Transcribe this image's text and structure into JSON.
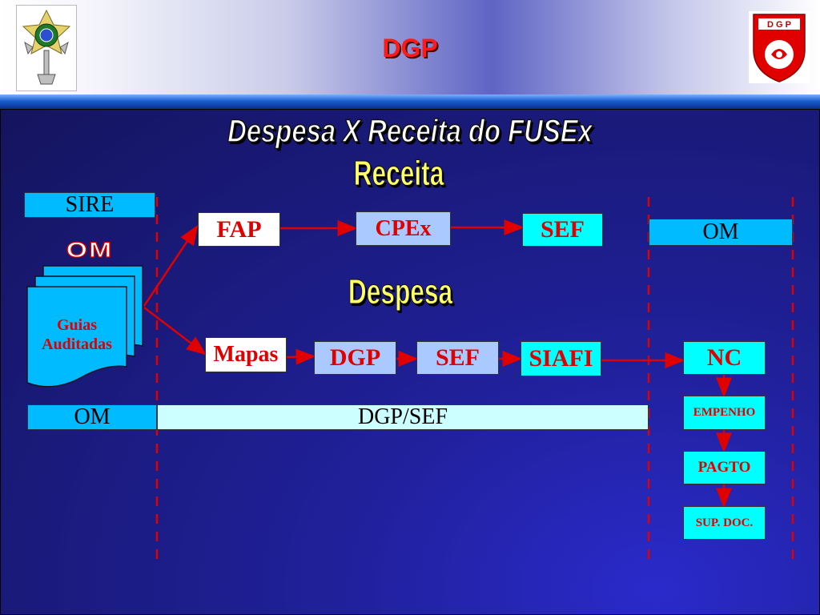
{
  "header": {
    "title": "DGP",
    "right_logo_text": "D G P",
    "colors": {
      "title": "#ff1a1a",
      "right_logo": "#e00000"
    }
  },
  "diagram": {
    "title": "Despesa X Receita do FUSEx",
    "section_receita": "Receita",
    "section_despesa": "Despesa",
    "left": {
      "sire_label": "SIRE",
      "om_stamp": "OM",
      "document_line1": "Guias",
      "document_line2": "Auditadas"
    },
    "receita_flow": {
      "fap": "FAP",
      "cpex": "CPEx",
      "sef": "SEF",
      "om": "OM"
    },
    "despesa_flow": {
      "mapas": "Mapas",
      "dgp": "DGP",
      "sef": "SEF",
      "siafi": "SIAFI",
      "nc": "NC"
    },
    "right_chain": {
      "empenho": "EMPENHO",
      "pagto": "PAGTO",
      "sup_doc": "SUP. DOC."
    },
    "bottom_bar": {
      "om": "OM",
      "dgp_sef": "DGP/SEF"
    },
    "colors": {
      "background": "#1a1a6e",
      "arrows": "#e00000",
      "cyan_box": "#00ffff",
      "light_blue_box": "#aac9ff",
      "sky_bar": "#00bbff",
      "section_label": "#ffff66"
    }
  }
}
